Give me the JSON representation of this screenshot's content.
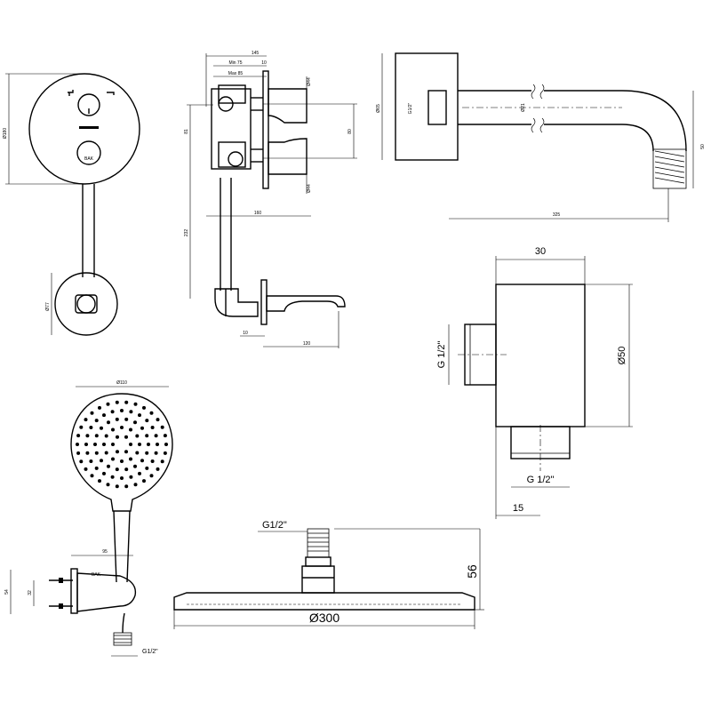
{
  "brand": "BAK",
  "dims": {
    "valve_front_dia": "Ø180",
    "hose_holder_dia": "Ø77",
    "valve_total_width": "145",
    "valve_min": "Min 75",
    "valve_max": "Max 85",
    "valve_flange": "10",
    "valve_knob_dia_top": "Ø44",
    "valve_knob_dia_bottom": "Ø44",
    "valve_side_height": "81",
    "valve_knob_spacing": "80",
    "valve_depth": "160",
    "pipe_length": "232",
    "bath_spout_flange": "10",
    "bath_spout_length": "120",
    "spout_flange_dia": "Ø65",
    "spout_thread": "G1/2\"",
    "spout_pipe_dia": "Ø21",
    "spout_projection": "325",
    "spout_drop": "50",
    "elbow_width": "30",
    "elbow_dia": "Ø50",
    "elbow_inlet_thread": "G 1/2\"",
    "elbow_outlet_thread": "G 1/2\"",
    "elbow_outlet_offset": "15",
    "hand_shower_dia": "Ø110",
    "holder_length": "95",
    "holder_height": "54",
    "holder_fixing_spacing": "32",
    "hose_thread": "G1/2\"",
    "head_thread": "G1/2\"",
    "head_height": "56",
    "head_dia": "Ø300"
  }
}
